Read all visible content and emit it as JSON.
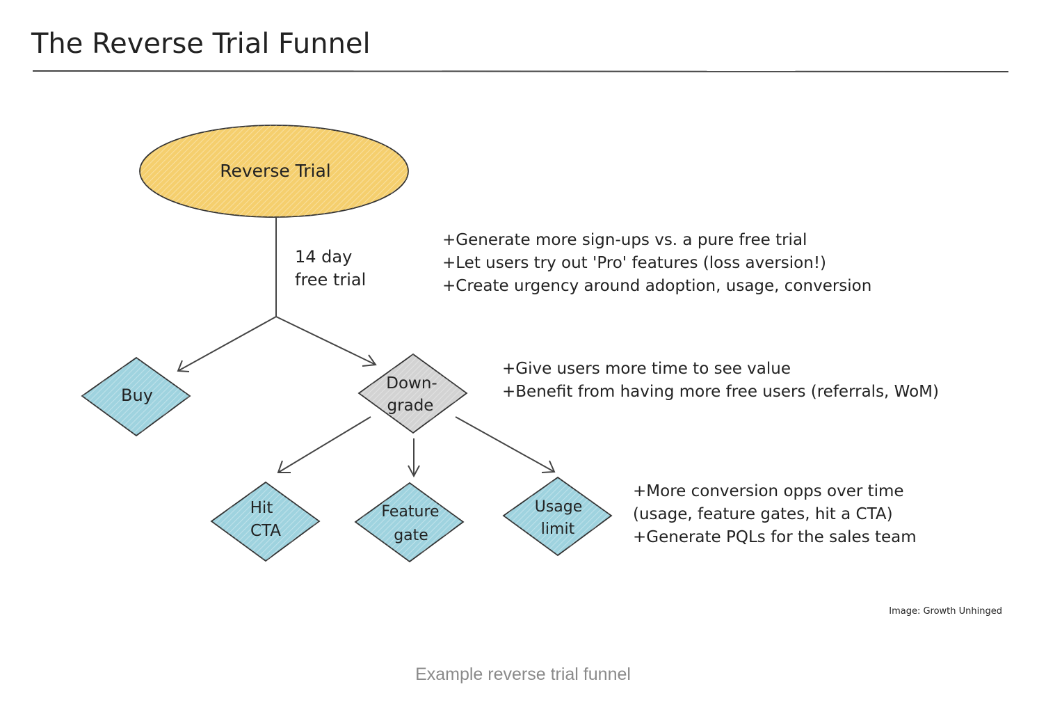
{
  "title": "The Reverse Trial Funnel",
  "colors": {
    "root_fill": "#f5cf6e",
    "outcome_fill": "#9fd3df",
    "downgrade_fill": "#d3d3d3",
    "stroke": "#333333"
  },
  "nodes": {
    "root": {
      "lines": [
        "Reverse Trial"
      ]
    },
    "buy": {
      "lines": [
        "Buy"
      ]
    },
    "downgrade": {
      "lines": [
        "Down-",
        "grade"
      ]
    },
    "hit_cta": {
      "lines": [
        "Hit",
        "CTA"
      ]
    },
    "feature_gate": {
      "lines": [
        "Feature",
        "gate"
      ]
    },
    "usage_limit": {
      "lines": [
        "Usage",
        "limit"
      ]
    }
  },
  "edge_label": [
    "14 day",
    "free trial"
  ],
  "notes": {
    "trial": [
      "+Generate more sign-ups vs. a pure free trial",
      "+Let users try out 'Pro' features (loss aversion!)",
      "+Create urgency around adoption, usage, conversion"
    ],
    "downgrade": [
      "+Give users more time to see value",
      "+Benefit from having more free users (referrals, WoM)"
    ],
    "outcomes": [
      "+More conversion opps over time",
      "(usage, feature gates, hit a CTA)",
      "+Generate PQLs for the sales team"
    ]
  },
  "credit": "Image: Growth Unhinged",
  "caption": "Example reverse trial funnel"
}
